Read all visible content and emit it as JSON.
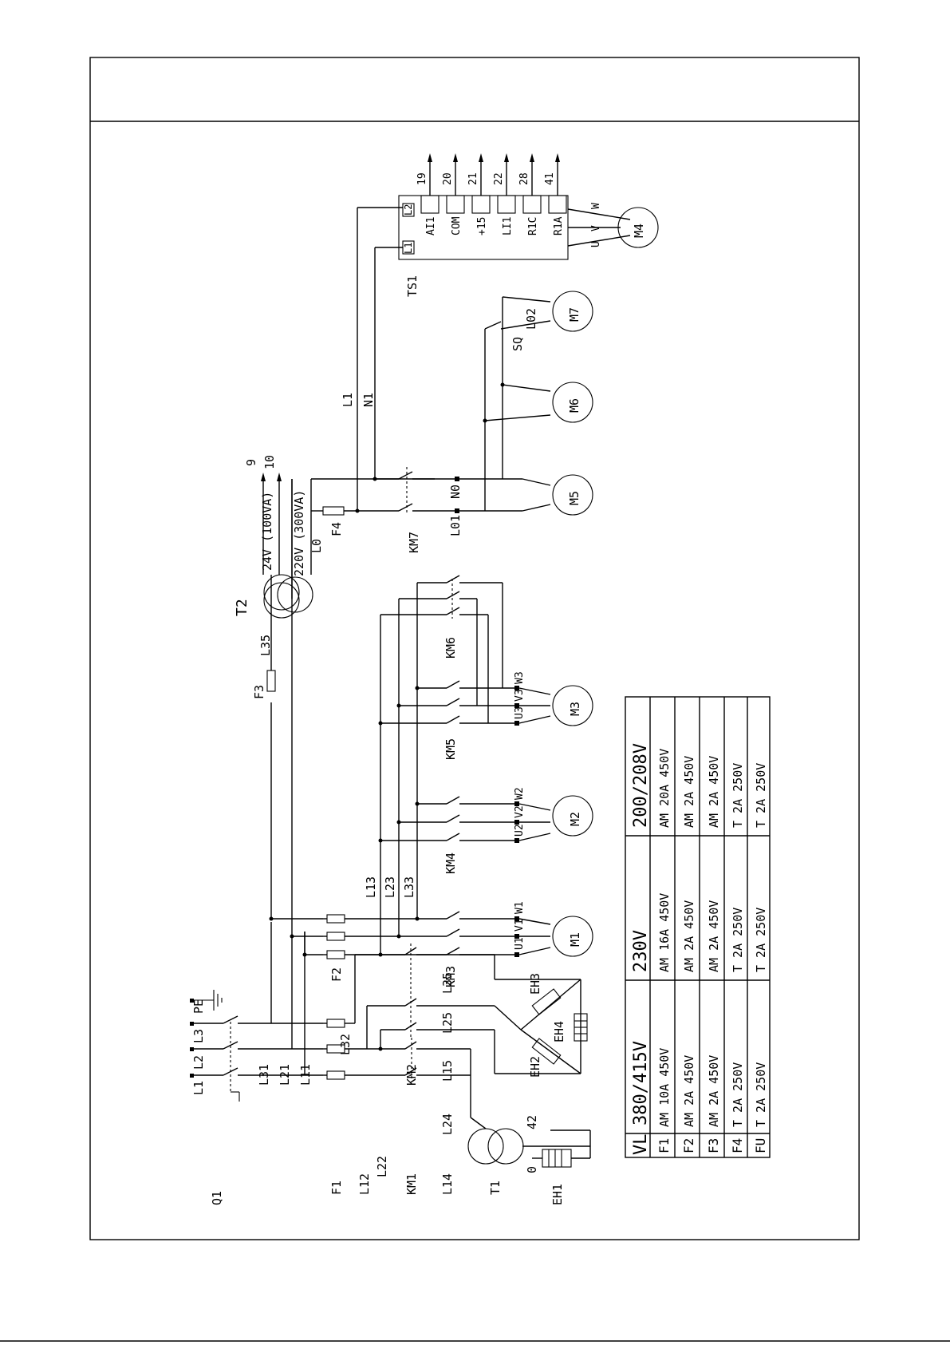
{
  "supply": {
    "phases": [
      "L1",
      "L2",
      "L3"
    ],
    "pe_label": "PE",
    "main_switch": "Q1"
  },
  "fuse_labels": {
    "f1": "F1",
    "f2": "F2",
    "f3": "F3",
    "f4": "F4"
  },
  "contactor_labels": {
    "km1": "KM1",
    "km2": "KM2",
    "km3": "KM3",
    "km4": "KM4",
    "km5": "KM5",
    "km6": "KM6",
    "km7": "KM7"
  },
  "transformers": {
    "t1": {
      "name": "T1",
      "tap_low": "0",
      "tap_high": "42"
    },
    "t2": {
      "name": "T2",
      "sec_24": "24V (100VA)",
      "sec_220": "220V (300VA)",
      "out_9": "9",
      "out_10": "10"
    }
  },
  "heaters": {
    "eh1": "EH1",
    "eh2": "EH2",
    "eh3": "EH3",
    "eh4": "EH4"
  },
  "motors": {
    "m1": "M1",
    "m2": "M2",
    "m3": "M3",
    "m4": "M4",
    "m5": "M5",
    "m6": "M6",
    "m7": "M7"
  },
  "wires": {
    "l11": "L11",
    "l21": "L21",
    "l31": "L31",
    "l12": "L12",
    "l22": "L22",
    "l32": "L32",
    "l13": "L13",
    "l23": "L23",
    "l33": "L33",
    "l14": "L14",
    "l24": "L24",
    "l15": "L15",
    "l25": "L25",
    "l35a": "L35",
    "l35": "L35",
    "l0": "L0",
    "l1": "L1",
    "n1": "N1",
    "l01": "L01",
    "n0": "N0",
    "l02": "L02",
    "sq": "SQ"
  },
  "motor_terminals": {
    "m1": [
      "U1",
      "V1",
      "W1"
    ],
    "m2": [
      "U2",
      "V2",
      "W2"
    ],
    "m3": [
      "U3",
      "V3",
      "W3"
    ],
    "m4": [
      "U",
      "V",
      "W"
    ]
  },
  "ts1": {
    "name": "TS1",
    "power_terms": [
      "L1",
      "L2"
    ],
    "terminals": [
      {
        "name": "AI1",
        "wire": "19"
      },
      {
        "name": "COM",
        "wire": "20"
      },
      {
        "name": "+15",
        "wire": "21"
      },
      {
        "name": "LI1",
        "wire": "22"
      },
      {
        "name": "R1C",
        "wire": "28"
      },
      {
        "name": "R1A",
        "wire": "41"
      }
    ]
  },
  "fuse_table": {
    "headers": [
      "VL",
      "380/415V",
      "230V",
      "200/208V"
    ],
    "rows": [
      {
        "label": "F1",
        "v380": "AM 10A 450V",
        "v230": "AM 16A 450V",
        "v200": "AM 20A 450V"
      },
      {
        "label": "F2",
        "v380": "AM 2A 450V",
        "v230": "AM 2A 450V",
        "v200": "AM 2A 450V"
      },
      {
        "label": "F3",
        "v380": "AM 2A 450V",
        "v230": "AM 2A 450V",
        "v200": "AM 2A 450V"
      },
      {
        "label": "F4",
        "v380": "T 2A 250V",
        "v230": "T 2A 250V",
        "v200": "T 2A 250V"
      },
      {
        "label": "FU",
        "v380": "T 2A 250V",
        "v230": "T 2A 250V",
        "v200": "T 2A 250V"
      }
    ]
  }
}
